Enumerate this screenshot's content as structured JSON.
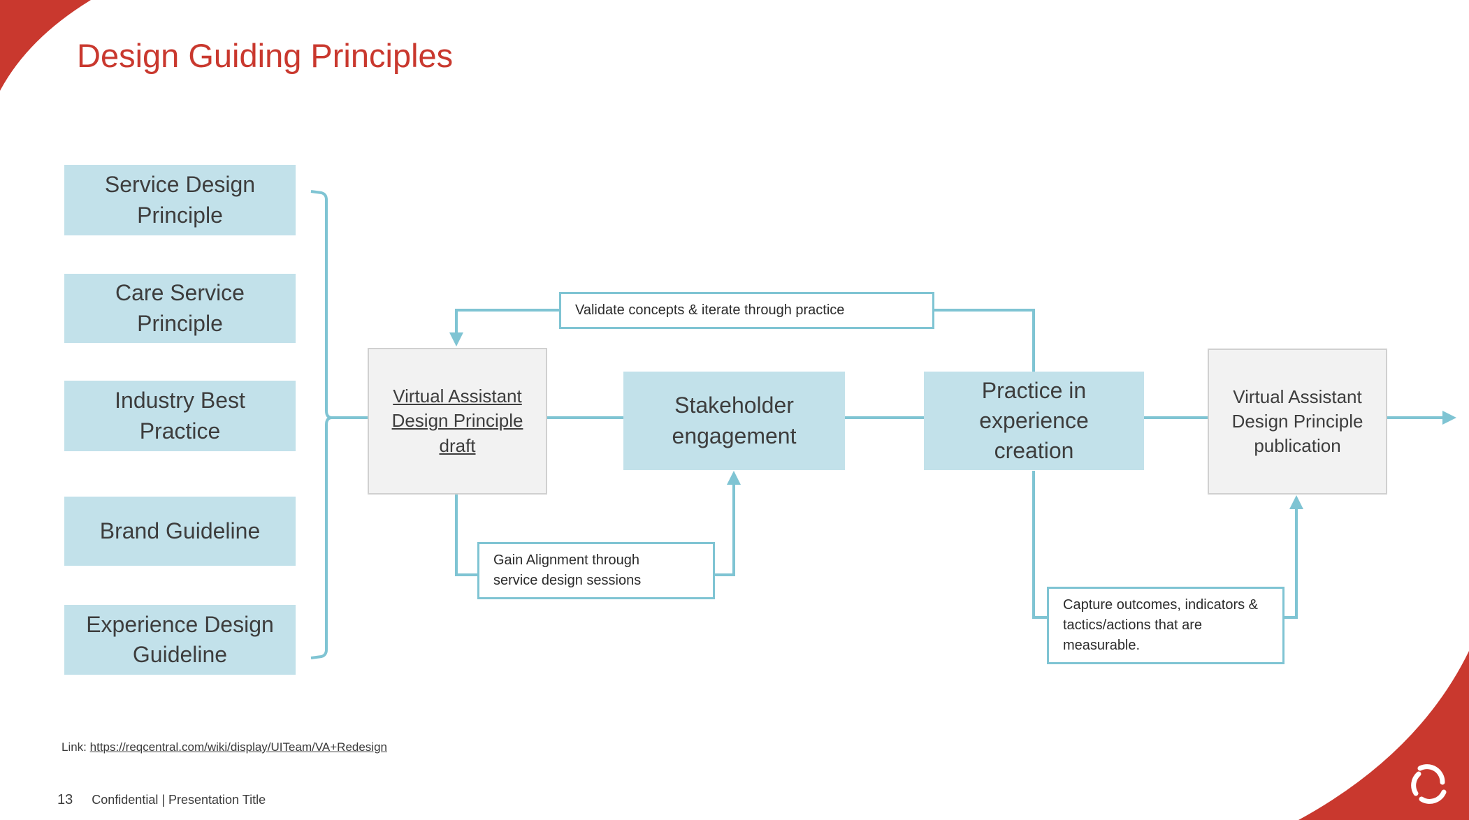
{
  "slide": {
    "title": "Design Guiding Principles"
  },
  "inputs": [
    "Service Design Principle",
    "Care Service Principle",
    "Industry Best Practice",
    "Brand Guideline",
    "Experience Design Guideline"
  ],
  "flow": {
    "draft": "Virtual Assistant Design Principle draft",
    "stakeholder": "Stakeholder engagement",
    "practice": "Practice in experience creation",
    "publication": "Virtual Assistant Design Principle publication"
  },
  "notes": {
    "validate": "Validate concepts & iterate through practice",
    "alignment": "Gain Alignment through service design sessions",
    "capture": "Capture outcomes, indicators & tactics/actions that are measurable."
  },
  "link": {
    "label": "Link:",
    "url": "https://reqcentral.com/wiki/display/UITeam/VA+Redesign"
  },
  "footer": {
    "page_number": "13",
    "text": "Confidential | Presentation Title"
  },
  "colors": {
    "accent_red": "#c9382e",
    "box_blue": "#c2e1ea",
    "connector": "#7fc4d3",
    "box_gray": "#f2f2f2"
  },
  "icons": [
    "corner-swoosh-decoration",
    "brand-logo-icon",
    "arrow-right-icon",
    "arrow-up-icon",
    "arrow-down-icon"
  ]
}
